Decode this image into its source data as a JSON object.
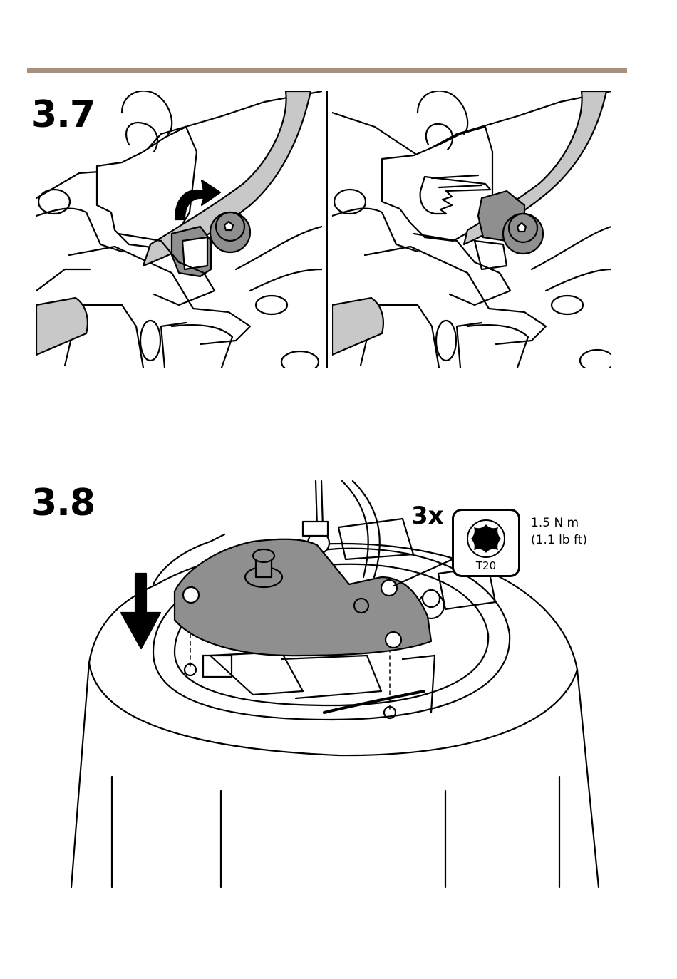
{
  "steps": [
    {
      "number": "3.7"
    },
    {
      "number": "3.8"
    }
  ],
  "callout": {
    "quantity": "3x",
    "torque_metric": "1.5 N m",
    "torque_imperial": "(1.1 lb ft)",
    "tool": "T20",
    "tool_icon": "torx-bit-icon"
  },
  "colors": {
    "rule": "#a79282",
    "part_fill": "#8f8f8f",
    "cable_fill": "#c8c8c8"
  }
}
